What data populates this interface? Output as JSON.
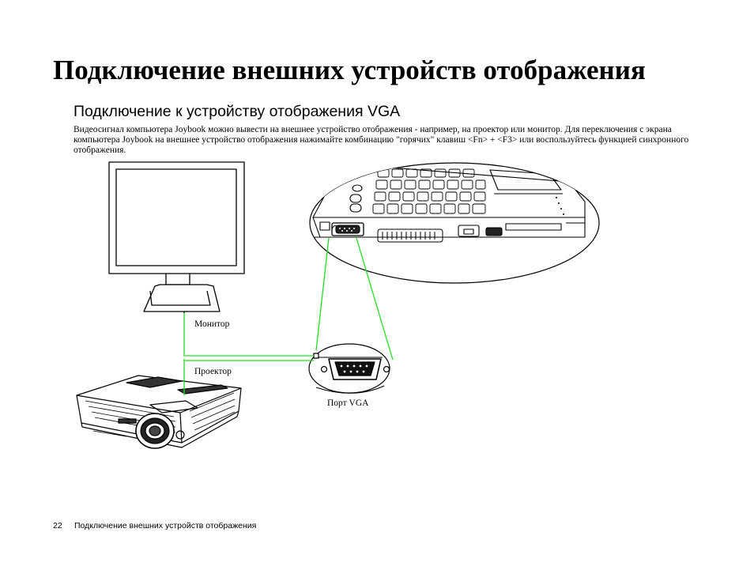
{
  "page": {
    "title": "Подключение внешних устройств отображения",
    "section_title": "Подключение к устройству отображения VGA",
    "body": "Видеосигнал компьютера Joybook можно вывести на внешнее устройство отображения - например, на проектор или монитор. Для переключения с экрана компьютера Joybook на внешнее устройство отображения нажимайте комбинацию \"горячих\" клавиш <Fn> + <F3> или воспользуйтесь функцией синхронного отображения."
  },
  "figure": {
    "labels": {
      "monitor": "Монитор",
      "projector": "Проектор",
      "vga_port": "Порт VGA"
    },
    "cable_color": "#22e022"
  },
  "footer": {
    "page_number": "22",
    "running_title": "Подключение внешних устройств отображения"
  }
}
